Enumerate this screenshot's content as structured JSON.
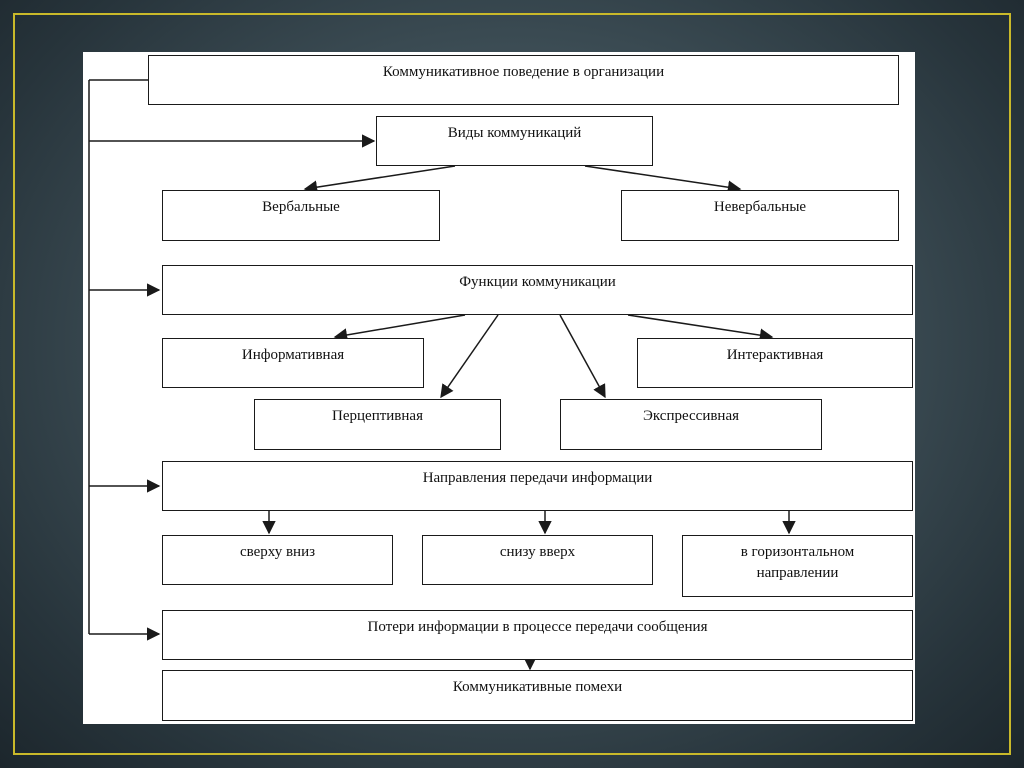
{
  "diagram": {
    "root": "Коммуникативное поведение в организации",
    "types": {
      "title": "Виды коммуникаций",
      "items": [
        "Вербальные",
        "Невербальные"
      ]
    },
    "functions": {
      "title": "Функции коммуникации",
      "items": [
        "Информативная",
        "Интерактивная",
        "Перцептивная",
        "Экспрессивная"
      ]
    },
    "directions": {
      "title": "Направления передачи информации",
      "items": [
        "сверху вниз",
        "снизу вверх",
        "в горизонтальном направлении"
      ]
    },
    "losses": {
      "title": "Потери информации в процессе передачи сообщения",
      "result": "Коммуникативные помехи"
    }
  },
  "colors": {
    "frame": "#c9b92a",
    "line": "#1a1a1a",
    "paper": "#ffffff"
  }
}
